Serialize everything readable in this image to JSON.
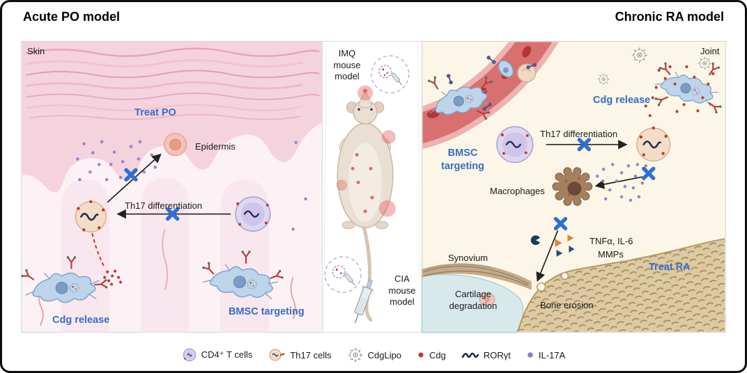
{
  "figure": {
    "title_left": "Acute PO model",
    "title_right": "Chronic RA model"
  },
  "skin_panel": {
    "region": "Skin",
    "treat": "Treat PO",
    "epidermis": "Epidermis",
    "th17_differentiation": "Th17 differentiation",
    "cdg_release": "Cdg release",
    "bmsc_targeting": "BMSC targeting"
  },
  "mouse_panel": {
    "imq_model": "IMQ mouse model",
    "cia_model": "CIA mouse model"
  },
  "joint_panel": {
    "region": "Joint",
    "cdg_release": "Cdg release",
    "bmsc_targeting": "BMSC targeting",
    "th17_differentiation": "Th17 differentiation",
    "macrophages": "Macrophages",
    "cytokines_line1": "TNFα, IL-6",
    "cytokines_line2": "MMPs",
    "treat": "Treat RA",
    "synovium": "Synovium",
    "cartilage_degradation": "Cartilage degradation",
    "bone_erosion": "Bone erosion"
  },
  "legend": {
    "items": [
      {
        "icon": "cd4-t-cell-icon",
        "label": "CD4⁺ T cells"
      },
      {
        "icon": "th17-cell-icon",
        "label": "Th17 cells"
      },
      {
        "icon": "cdglipo-icon",
        "label": "CdgLipo"
      },
      {
        "icon": "cdg-icon",
        "label": "Cdg"
      },
      {
        "icon": "roryt-icon",
        "label": "RORγt"
      },
      {
        "icon": "il17a-icon",
        "label": "IL-17A"
      }
    ]
  },
  "colors": {
    "label_blue": "#3a6cc4",
    "inhibit_x_blue": "#2f6fd0",
    "cdg_red": "#c0392b",
    "il17a_purple": "#8d7cc4",
    "bone_tan": "#ddcaa1",
    "cartilage_blue": "#d8e9ec"
  }
}
